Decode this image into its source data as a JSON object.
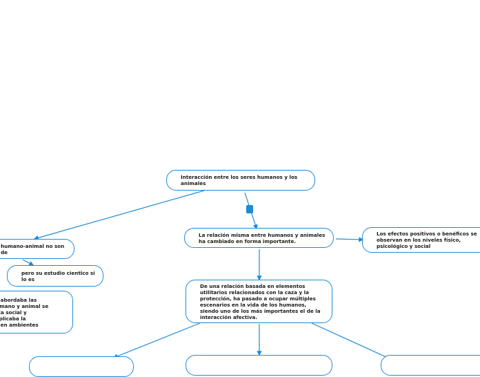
{
  "nodes": {
    "root": "Interacción entre los seres humanos y los animales",
    "relation": "La relación misma entre humanos y animales ha cambiado en forma importante.",
    "effects": "Los efectos positivos o benéficos se observan en los niveles físico, psicológico y social",
    "left_top": "humano-animal no son de",
    "scientific": "pero su estudio cienti̇̀co si lo es",
    "left_mid": "se abordaba las\nhumano y animal se\ngica social y\nexplicaba la\nas en ambientes",
    "evolution": "De una relación basada en elementos utilitarios relacionados con la caza y la protección, ha pasado a ocupar múltiples escenarios en la vida de los humanos, siendo uno de los más importantes el de la interacción afectiva."
  },
  "colors": {
    "accent": "#1d8ad8",
    "text": "#1a1a1a",
    "background": "#ffffff"
  }
}
